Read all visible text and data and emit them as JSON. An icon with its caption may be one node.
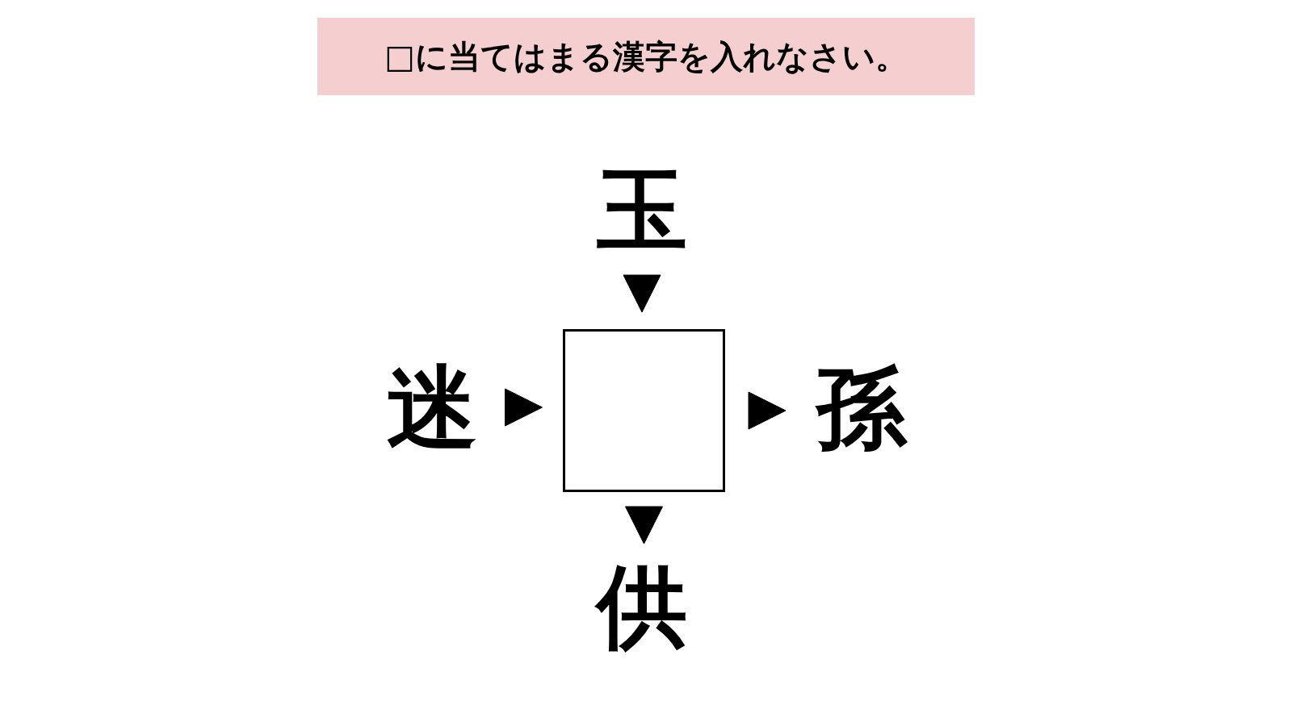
{
  "diagram": {
    "title": "□に当てはまる漢字を入れなさい。",
    "nodes": [
      {
        "text": [
          "玉"
        ]
      },
      {
        "text": [
          "迷"
        ]
      },
      {
        "text": [],
        "shape": "box"
      },
      {
        "text": [
          "孫"
        ]
      },
      {
        "text": [
          "供"
        ]
      }
    ],
    "edges": [
      {
        "from": 0,
        "to": 2,
        "arrow": "to"
      },
      {
        "from": 1,
        "to": 2,
        "arrow": "to"
      },
      {
        "from": 2,
        "to": 3,
        "arrow": "to"
      },
      {
        "from": 2,
        "to": 4,
        "arrow": "to"
      }
    ]
  }
}
